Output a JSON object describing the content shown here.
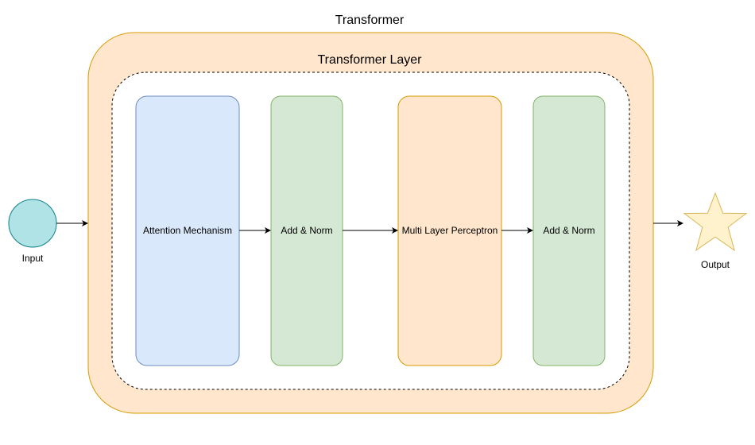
{
  "transformer": {
    "title": "Transformer"
  },
  "layer": {
    "title": "Transformer Layer"
  },
  "input": {
    "label": "Input"
  },
  "output": {
    "label": "Output"
  },
  "blocks": [
    {
      "id": "attention",
      "label": "Attention Mechanism"
    },
    {
      "id": "addnorm1",
      "label": "Add & Norm"
    },
    {
      "id": "mlp",
      "label": "Multi Layer Perceptron"
    },
    {
      "id": "addnorm2",
      "label": "Add & Norm"
    }
  ],
  "colors": {
    "outer_fill": "#ffe6cc",
    "outer_stroke": "#d79b00",
    "attention_fill": "#dae8fc",
    "attention_stroke": "#6c8ebf",
    "norm_fill": "#d5e8d4",
    "norm_stroke": "#82b366",
    "mlp_fill": "#ffe6cc",
    "mlp_stroke": "#d79b00",
    "input_fill": "#b0e3e6",
    "input_stroke": "#0e8088",
    "output_fill": "#fff2cc",
    "output_stroke": "#d6b656"
  },
  "icons": {
    "input": "circle-node",
    "output": "star-node"
  }
}
